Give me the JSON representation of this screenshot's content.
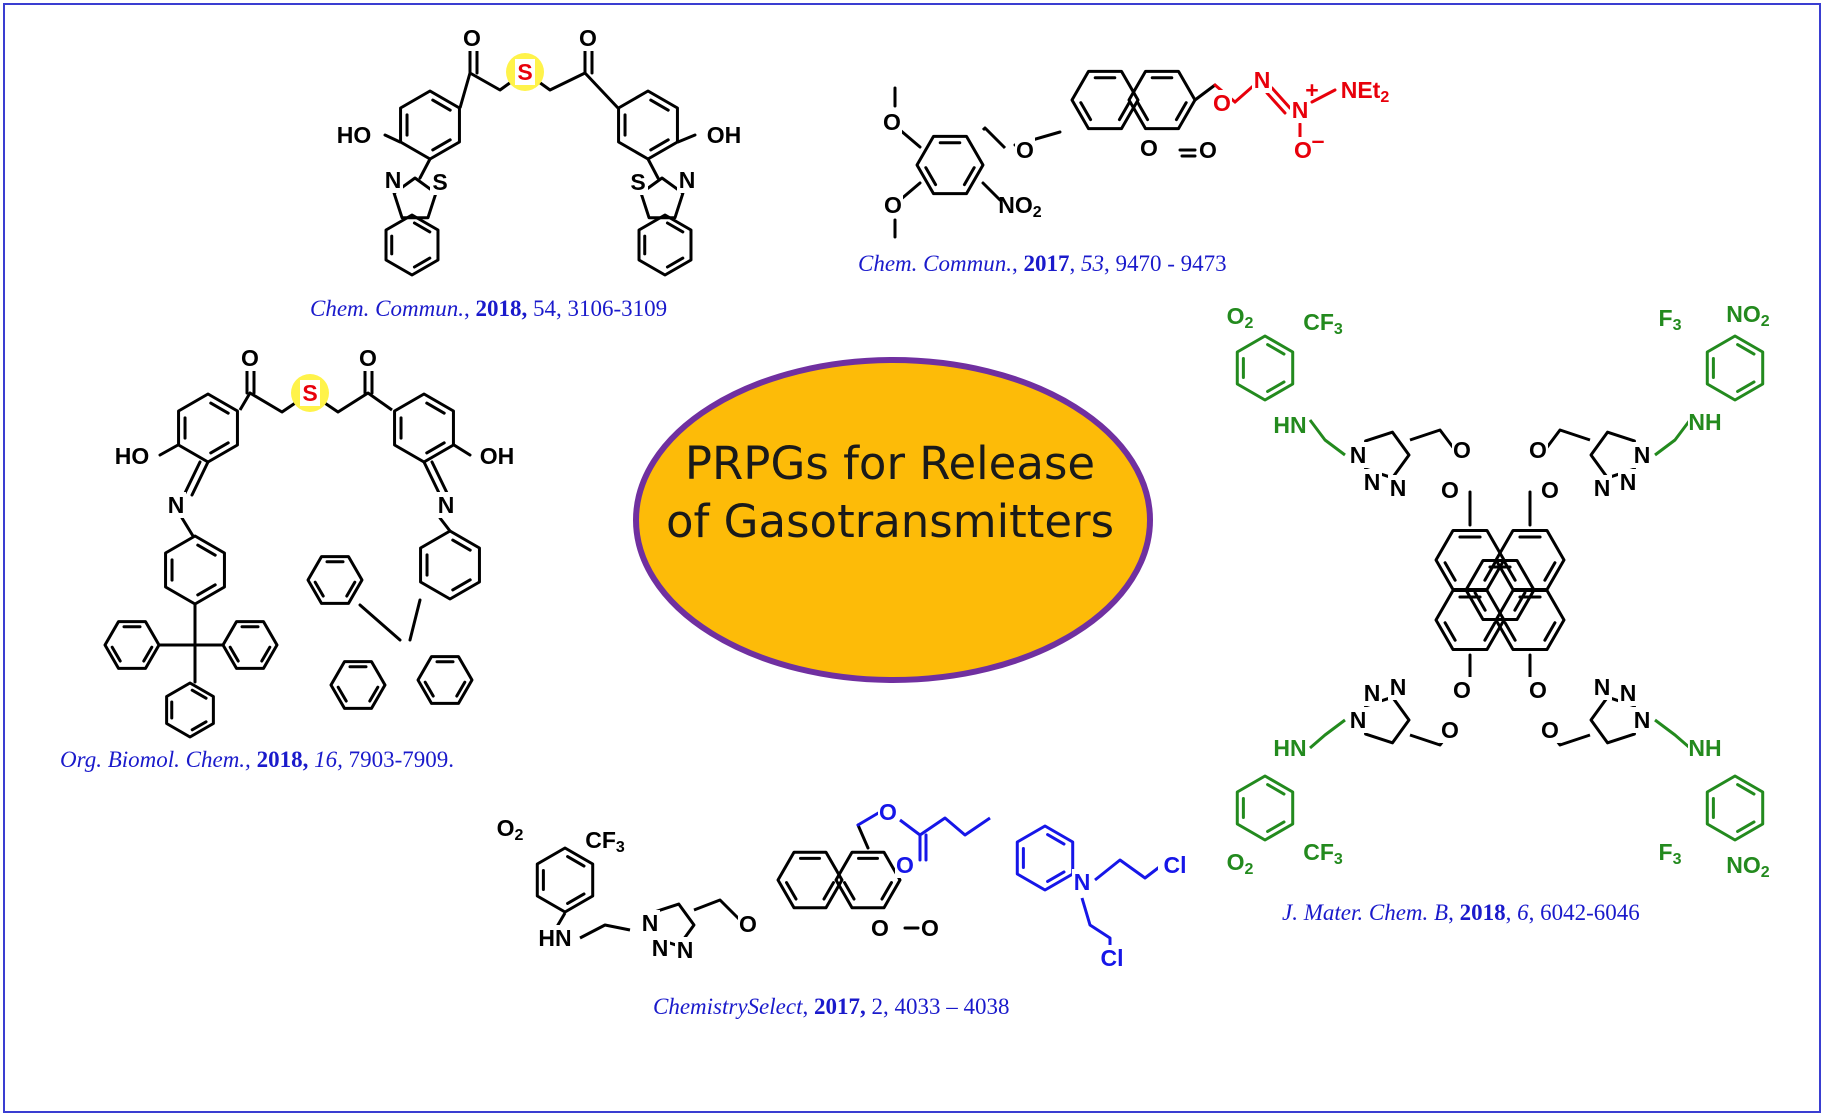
{
  "colors": {
    "border": "#3a3ed1",
    "ellipse_fill": "#fdbb08",
    "ellipse_stroke": "#7030a0",
    "citation": "#1a1acb",
    "red": "#e8000b",
    "green": "#238a1e",
    "blue": "#1616e8",
    "highlight": "#fff34a"
  },
  "title": {
    "line1": "PRPGs for Release",
    "line2": "of Gasotransmitters"
  },
  "citations": {
    "c1": {
      "journal": "Chem. Commun.",
      "sep1": ", ",
      "year": "2018,",
      "vol": " 54,",
      "pages": " 3106-3109"
    },
    "c2": {
      "journal": "Chem. Commun.",
      "sep1": ", ",
      "year": "2017",
      "vol": "53",
      "pages": ", 9470 - 9473"
    },
    "c3": {
      "journal": "Org. Biomol. Chem.,",
      "year": "2018,",
      "vol": "16,",
      "pages": " 7903-7909."
    },
    "c4": {
      "journal": "J. Mater. Chem. B",
      "year": "2018",
      "vol": "6",
      "pages": ", 6042-6046"
    },
    "c5": {
      "journal": "ChemistrySelect",
      "year": "2017,",
      "vol": " 2,",
      "pages": " 4033 – 4038"
    }
  },
  "labels": {
    "O": "O",
    "S": "S",
    "N": "N",
    "HO": "HO",
    "OH": "OH",
    "NO2": "NO",
    "sub2": "2",
    "NEt2": "NEt",
    "CF3": "CF",
    "sub3": "3",
    "F3C": "F",
    "C": "C",
    "HN": "HN",
    "NH": "NH",
    "Cl": "Cl",
    "O2N": "O",
    "plus": "+",
    "minus": "–",
    "N2": "N"
  }
}
